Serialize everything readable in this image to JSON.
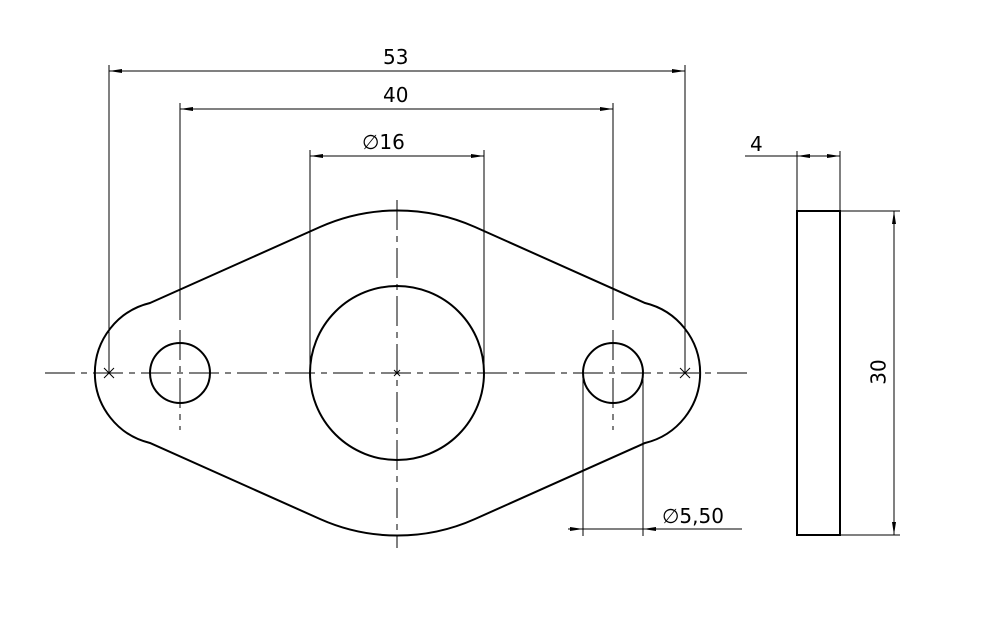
{
  "drawing": {
    "front_view": {
      "dimensions": {
        "overall_length": "53",
        "hole_spacing": "40",
        "center_hole_diameter": "∅16",
        "small_hole_diameter": "∅5,50"
      }
    },
    "side_view": {
      "dimensions": {
        "thickness": "4",
        "height": "30"
      }
    }
  }
}
